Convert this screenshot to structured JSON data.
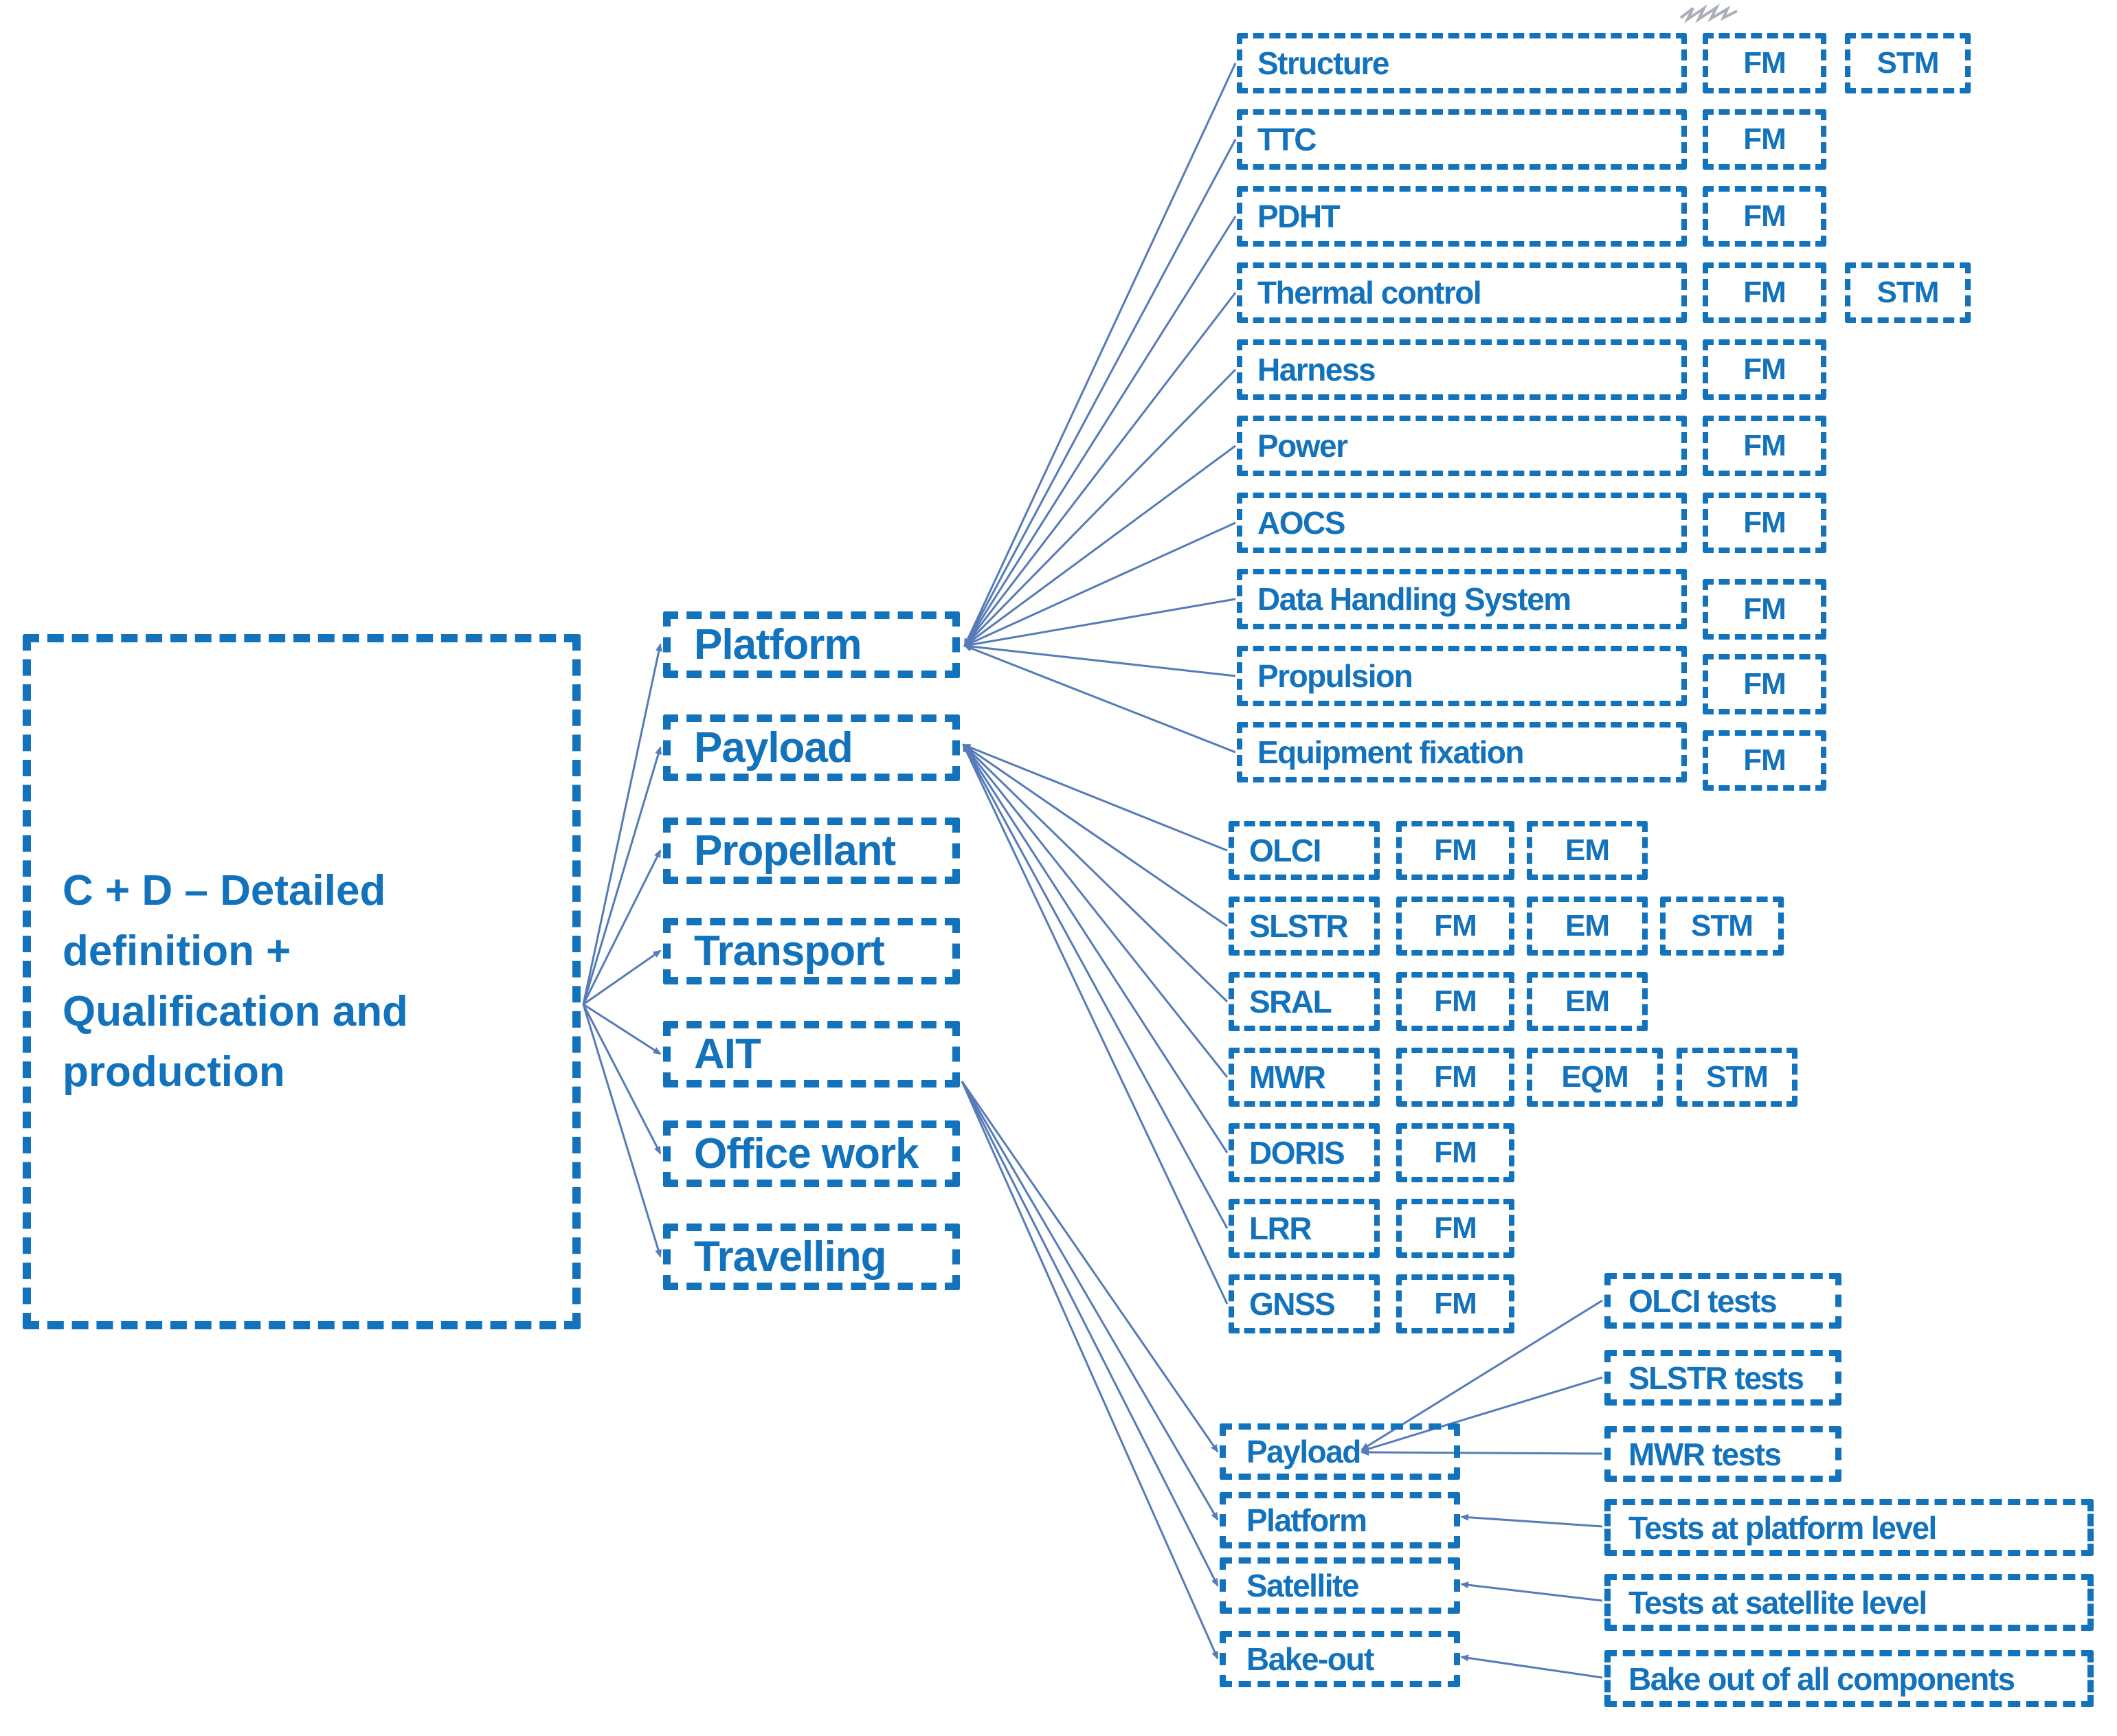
{
  "colors": {
    "accent": "#1272bc",
    "connector": "#4d74b5"
  },
  "root": {
    "label": "C + D – Detailed definition + Qualification and production"
  },
  "phases": [
    {
      "label": "Platform"
    },
    {
      "label": "Payload"
    },
    {
      "label": "Propellant"
    },
    {
      "label": "Transport"
    },
    {
      "label": "AIT"
    },
    {
      "label": "Office work"
    },
    {
      "label": "Travelling"
    }
  ],
  "platform_children": [
    {
      "label": "Structure",
      "models": [
        "FM",
        "STM"
      ]
    },
    {
      "label": "TTC",
      "models": [
        "FM"
      ]
    },
    {
      "label": "PDHT",
      "models": [
        "FM"
      ]
    },
    {
      "label": "Thermal control",
      "models": [
        "FM",
        "STM"
      ]
    },
    {
      "label": "Harness",
      "models": [
        "FM"
      ]
    },
    {
      "label": "Power",
      "models": [
        "FM"
      ]
    },
    {
      "label": "AOCS",
      "models": [
        "FM"
      ]
    },
    {
      "label": "Data Handling System",
      "models": [
        "FM"
      ]
    },
    {
      "label": "Propulsion",
      "models": [
        "FM"
      ]
    },
    {
      "label": "Equipment fixation",
      "models": [
        "FM"
      ]
    }
  ],
  "payload_children": [
    {
      "label": "OLCI",
      "models": [
        "FM",
        "EM"
      ]
    },
    {
      "label": "SLSTR",
      "models": [
        "FM",
        "EM",
        "STM"
      ]
    },
    {
      "label": "SRAL",
      "models": [
        "FM",
        "EM"
      ]
    },
    {
      "label": "MWR",
      "models": [
        "FM",
        "EQM",
        "STM"
      ]
    },
    {
      "label": "DORIS",
      "models": [
        "FM"
      ]
    },
    {
      "label": "LRR",
      "models": [
        "FM"
      ]
    },
    {
      "label": "GNSS",
      "models": [
        "FM"
      ]
    }
  ],
  "ait_children": [
    {
      "label": "Payload"
    },
    {
      "label": "Platform"
    },
    {
      "label": "Satellite"
    },
    {
      "label": "Bake-out"
    }
  ],
  "ait_tests": [
    {
      "label": "OLCI tests"
    },
    {
      "label": "SLSTR tests"
    },
    {
      "label": "MWR tests"
    },
    {
      "label": "Tests at platform level"
    },
    {
      "label": "Tests at satellite level"
    },
    {
      "label": "Bake out of all components"
    }
  ]
}
